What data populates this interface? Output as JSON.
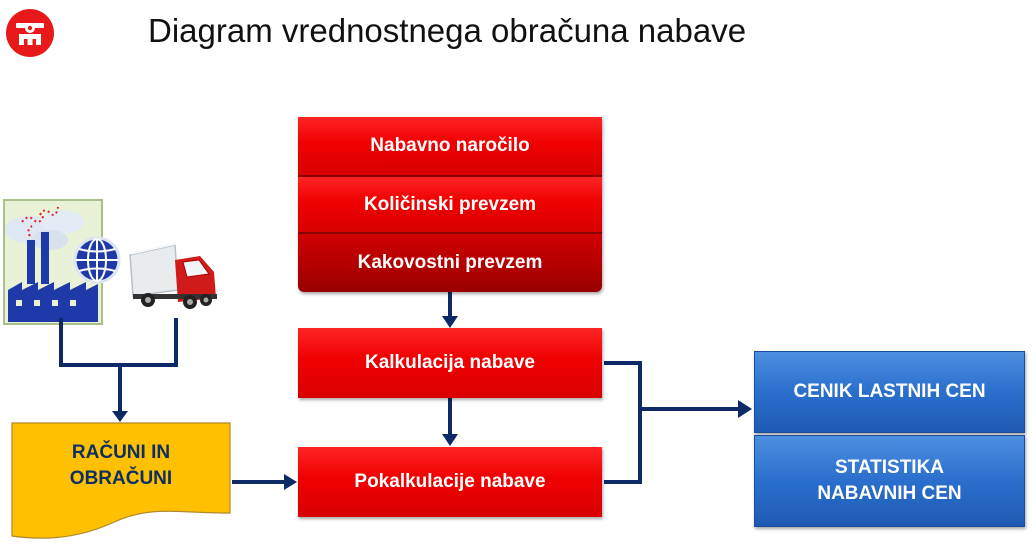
{
  "title": "Diagram vrednostnega obračuna nabave",
  "top_stack": {
    "item1": "Nabavno naročilo",
    "item2": "Količinski prevzem",
    "item3": "Kakovostni prevzem"
  },
  "kalkulacija": "Kalkulacija nabave",
  "pokalkulacije": "Pokalkulacije nabave",
  "documents": {
    "line1": "RAČUNI IN",
    "line2": "OBRAČUNI"
  },
  "outputs": {
    "cenik": "CENIK LASTNIH CEN",
    "statistika_line1": "STATISTIKA",
    "statistika_line2": "NABAVNIH CEN"
  },
  "colors": {
    "red": "#f00000",
    "dark_red": "#b00000",
    "arrow": "#0d2a66",
    "document": "#ffc000",
    "blue": "#2a6fcd"
  },
  "icons": [
    "company-logo-icon",
    "factory-icon",
    "globe-icon",
    "truck-icon"
  ]
}
